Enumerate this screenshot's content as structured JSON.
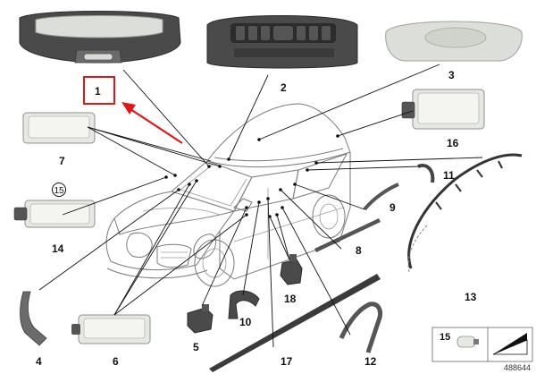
{
  "diagram": {
    "highlight_color": "#e0161b",
    "highlighted_callout": "1",
    "callouts": {
      "c1": "1",
      "c2": "2",
      "c3": "3",
      "c4": "4",
      "c5": "5",
      "c6": "6",
      "c7": "7",
      "c8": "8",
      "c9": "9",
      "c10": "10",
      "c11": "11",
      "c12": "12",
      "c13": "13",
      "c14": "14",
      "c15_circled": "15",
      "c15_box": "15",
      "c16": "16",
      "c17": "17",
      "c18": "18"
    },
    "reference_number": "488644",
    "legend_box_icon": "bulb-icon",
    "legend_box_symbol": "wedge-icon"
  }
}
